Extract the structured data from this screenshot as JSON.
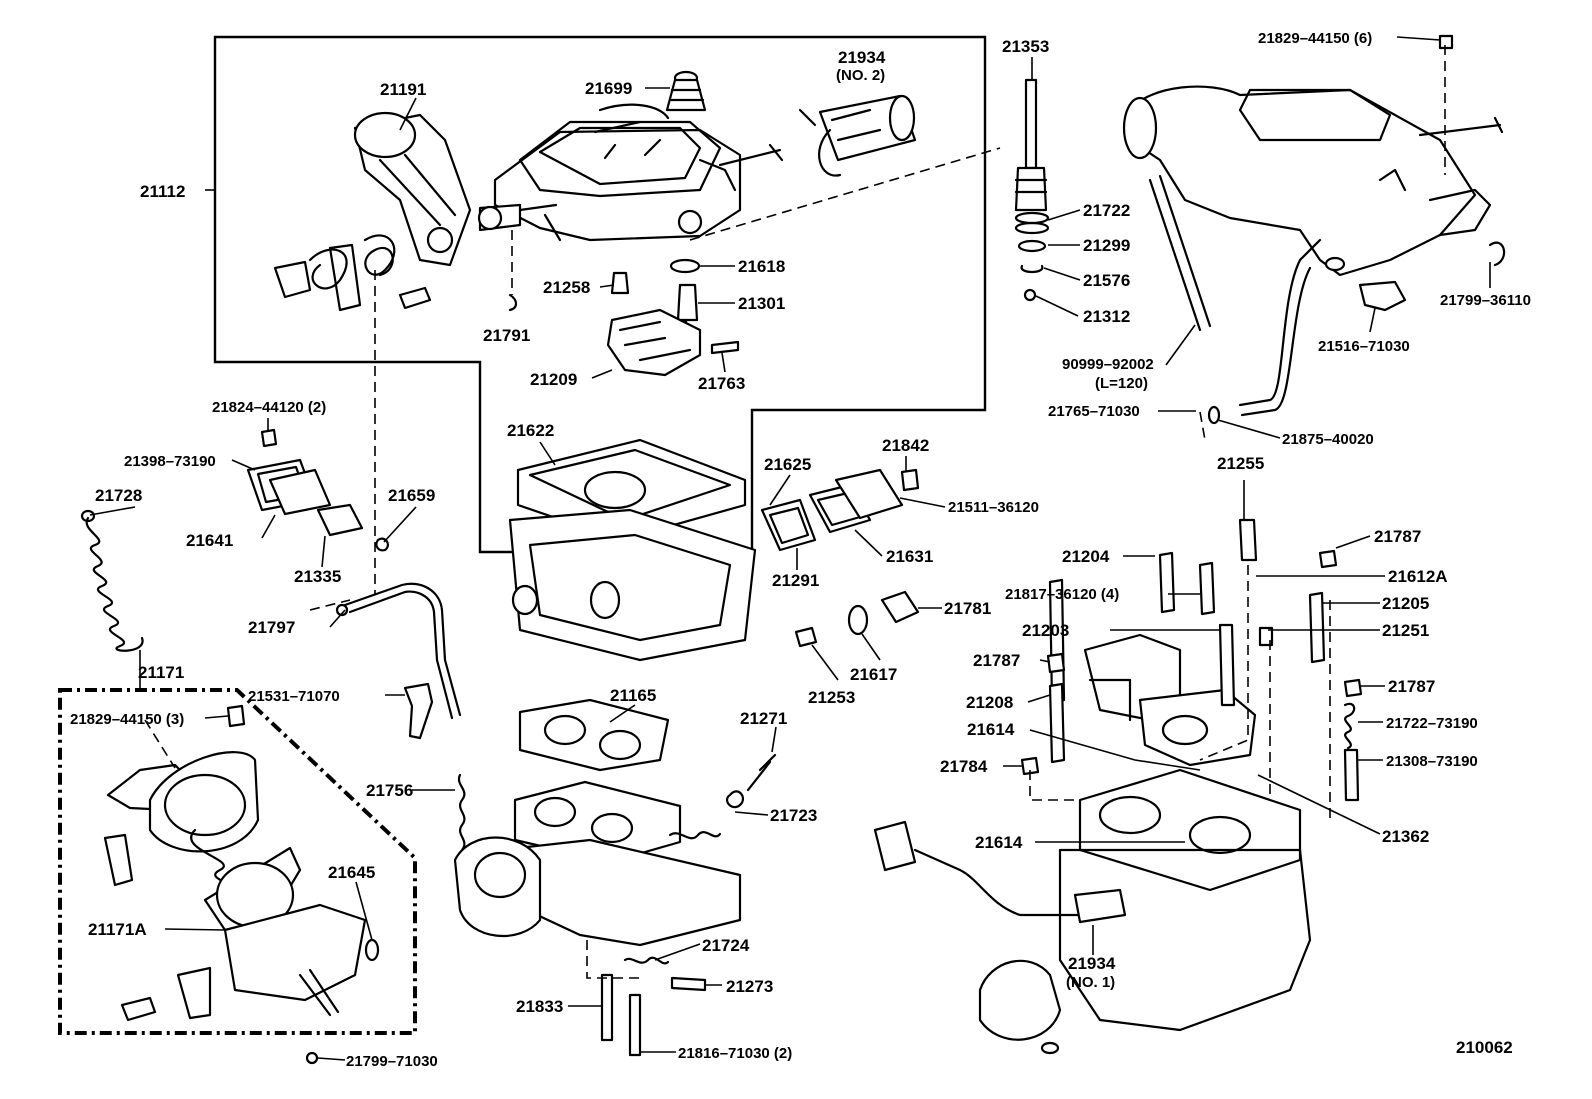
{
  "drawing_id": "210062",
  "labels": [
    {
      "id": "l21191",
      "text": "21191"
    },
    {
      "id": "l21112",
      "text": "21112"
    },
    {
      "id": "l21699",
      "text": "21699"
    },
    {
      "id": "l21934n2",
      "text": "21934"
    },
    {
      "id": "l21934n2b",
      "text": "(NO. 2)"
    },
    {
      "id": "l21353",
      "text": "21353"
    },
    {
      "id": "l21829a",
      "text": "21829–44150 (6)"
    },
    {
      "id": "l21722",
      "text": "21722"
    },
    {
      "id": "l21299",
      "text": "21299"
    },
    {
      "id": "l21576",
      "text": "21576"
    },
    {
      "id": "l21312",
      "text": "21312"
    },
    {
      "id": "l21618",
      "text": "21618"
    },
    {
      "id": "l21258",
      "text": "21258"
    },
    {
      "id": "l21301",
      "text": "21301"
    },
    {
      "id": "l21791",
      "text": "21791"
    },
    {
      "id": "l21209",
      "text": "21209"
    },
    {
      "id": "l21763",
      "text": "21763"
    },
    {
      "id": "l90999",
      "text": "90999–92002"
    },
    {
      "id": "l90999b",
      "text": "(L=120)"
    },
    {
      "id": "l21799a",
      "text": "21799–36110"
    },
    {
      "id": "l21516",
      "text": "21516–71030"
    },
    {
      "id": "l21765",
      "text": "21765–71030"
    },
    {
      "id": "l21875",
      "text": "21875–40020"
    },
    {
      "id": "l21824",
      "text": "21824–44120 (2)"
    },
    {
      "id": "l21398",
      "text": "21398–73190"
    },
    {
      "id": "l21728",
      "text": "21728"
    },
    {
      "id": "l21641",
      "text": "21641"
    },
    {
      "id": "l21335",
      "text": "21335"
    },
    {
      "id": "l21659",
      "text": "21659"
    },
    {
      "id": "l21622",
      "text": "21622"
    },
    {
      "id": "l21625",
      "text": "21625"
    },
    {
      "id": "l21842",
      "text": "21842"
    },
    {
      "id": "l21511",
      "text": "21511–36120"
    },
    {
      "id": "l21631",
      "text": "21631"
    },
    {
      "id": "l21291",
      "text": "21291"
    },
    {
      "id": "l21255",
      "text": "21255"
    },
    {
      "id": "l21204",
      "text": "21204"
    },
    {
      "id": "l21787a",
      "text": "21787"
    },
    {
      "id": "l21612a",
      "text": "21612A"
    },
    {
      "id": "l21817",
      "text": "21817–36120 (4)"
    },
    {
      "id": "l21205",
      "text": "21205"
    },
    {
      "id": "l21203",
      "text": "21203"
    },
    {
      "id": "l21251",
      "text": "21251"
    },
    {
      "id": "l21797",
      "text": "21797"
    },
    {
      "id": "l21781",
      "text": "21781"
    },
    {
      "id": "l21617",
      "text": "21617"
    },
    {
      "id": "l21253",
      "text": "21253"
    },
    {
      "id": "l21787b",
      "text": "21787"
    },
    {
      "id": "l21787c",
      "text": "21787"
    },
    {
      "id": "l21208",
      "text": "21208"
    },
    {
      "id": "l21722b",
      "text": "21722–73190"
    },
    {
      "id": "l21171",
      "text": "21171"
    },
    {
      "id": "l21531",
      "text": "21531–71070"
    },
    {
      "id": "l21165",
      "text": "21165"
    },
    {
      "id": "l21271",
      "text": "21271"
    },
    {
      "id": "l21614a",
      "text": "21614"
    },
    {
      "id": "l21308",
      "text": "21308–73190"
    },
    {
      "id": "l21829b",
      "text": "21829–44150 (3)"
    },
    {
      "id": "l21784",
      "text": "21784"
    },
    {
      "id": "l21756",
      "text": "21756"
    },
    {
      "id": "l21723",
      "text": "21723"
    },
    {
      "id": "l21362",
      "text": "21362"
    },
    {
      "id": "l21614b",
      "text": "21614"
    },
    {
      "id": "l21645",
      "text": "21645"
    },
    {
      "id": "l21171a",
      "text": "21171A"
    },
    {
      "id": "l21724",
      "text": "21724"
    },
    {
      "id": "l21934n1",
      "text": "21934"
    },
    {
      "id": "l21934n1b",
      "text": "(NO. 1)"
    },
    {
      "id": "l21273",
      "text": "21273"
    },
    {
      "id": "l21833",
      "text": "21833"
    },
    {
      "id": "l21816",
      "text": "21816–71030 (2)"
    },
    {
      "id": "l21799b",
      "text": "21799–71030"
    }
  ]
}
